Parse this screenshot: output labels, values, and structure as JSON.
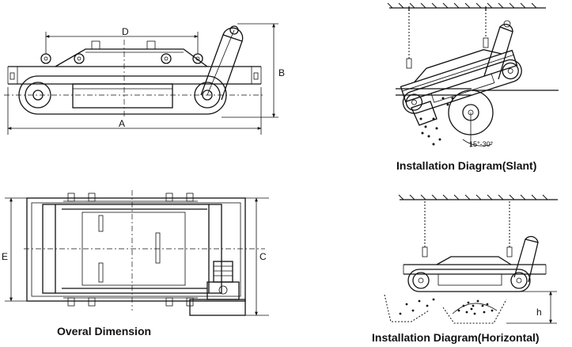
{
  "captions": {
    "overall": "Overal Dimension",
    "slant": "Installation Diagram(Slant)",
    "horizontal": "Installation Diagram(Horizontal)"
  },
  "dimensions": {
    "A": "A",
    "B": "B",
    "C": "C",
    "D": "D",
    "E": "E",
    "h": "h",
    "angle": "15°-30°"
  }
}
